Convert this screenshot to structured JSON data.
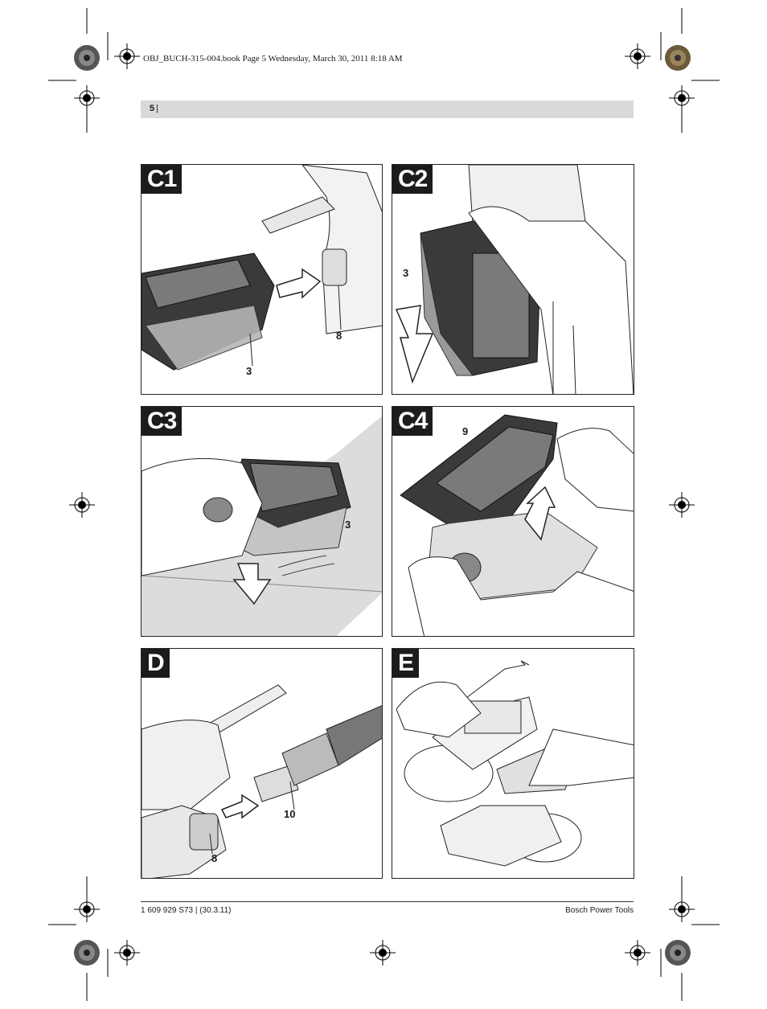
{
  "slug_line": "OBJ_BUCH-315-004.book  Page 5  Wednesday, March 30, 2011  8:18 AM",
  "header": {
    "page_number": "5",
    "separator": "|"
  },
  "panels": {
    "c1": {
      "label": "C1",
      "callouts": [
        "8",
        "3"
      ]
    },
    "c2": {
      "label": "C2",
      "callouts": [
        "3"
      ]
    },
    "c3": {
      "label": "C3",
      "callouts": [
        "3"
      ]
    },
    "c4": {
      "label": "C4",
      "callouts": [
        "9"
      ]
    },
    "d": {
      "label": "D",
      "callouts": [
        "10",
        "8"
      ]
    },
    "e": {
      "label": "E",
      "callouts": []
    }
  },
  "footer": {
    "left": "1 609 929 S73 | (30.3.11)",
    "right": "Bosch Power Tools"
  },
  "colors": {
    "ink": "#1a1a1a",
    "header_bar": "#d9d9d9",
    "tool_dark": "#3a3a3a",
    "mesh": "#7a7a7a"
  }
}
